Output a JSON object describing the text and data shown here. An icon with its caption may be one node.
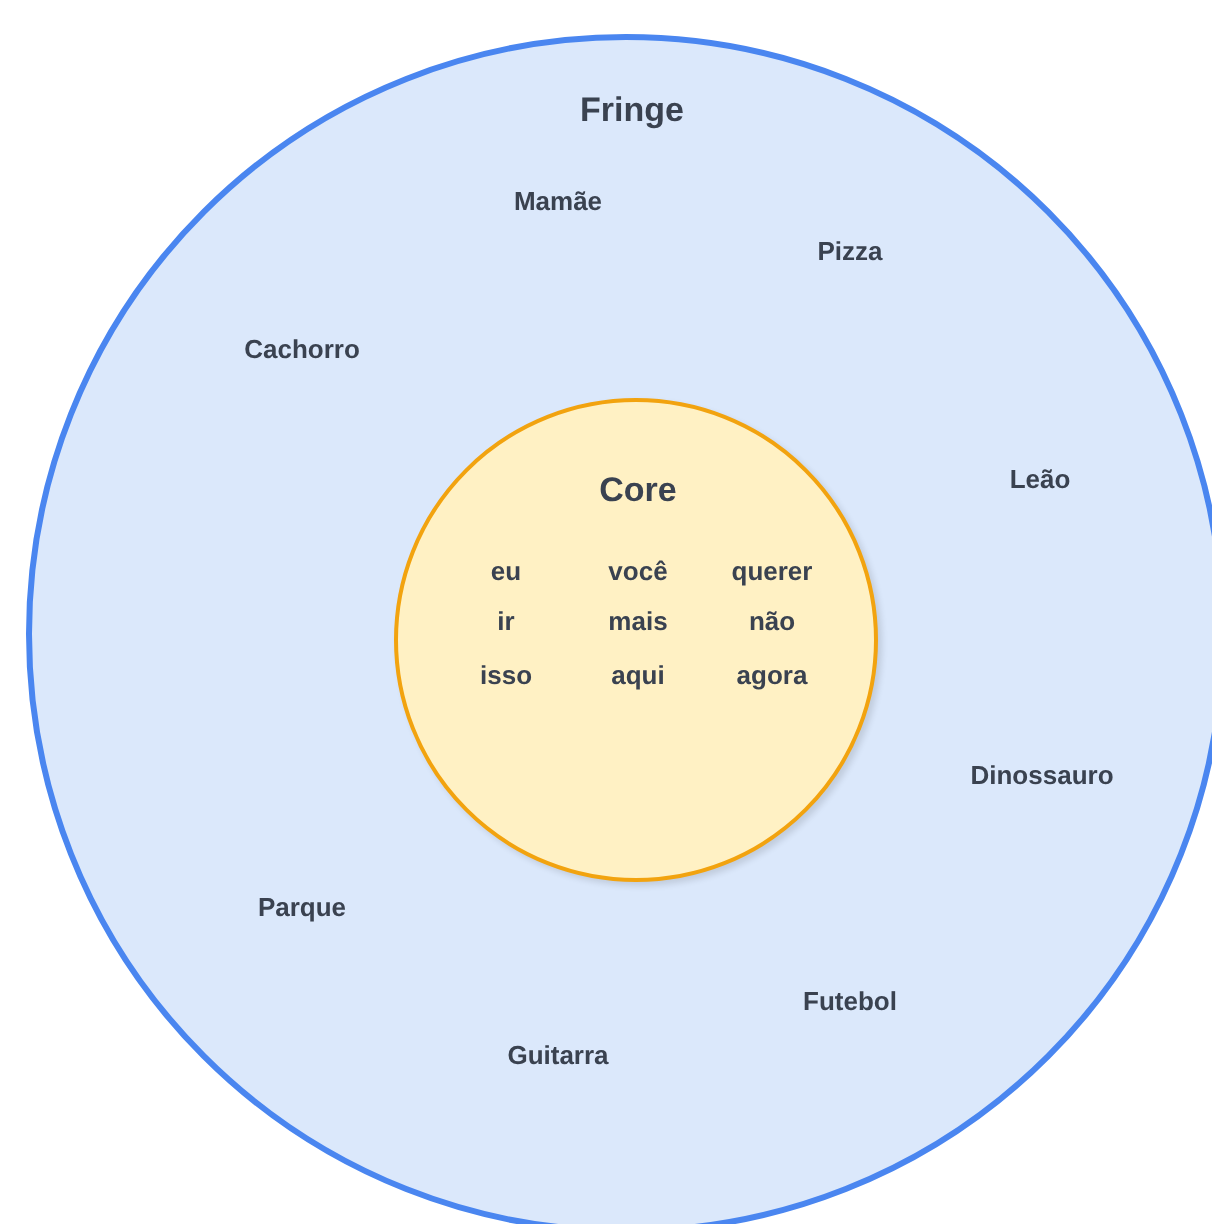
{
  "diagram": {
    "nodes": [
      {
        "text": [
          "Fringe",
          "Mamãe",
          "Pizza",
          "Cachorro",
          "Leão",
          "Dinossauro",
          "Parque",
          "Futebol",
          "Guitarra"
        ]
      },
      {
        "text": [
          "Core",
          "eu",
          "você",
          "querer",
          "ir",
          "mais",
          "não",
          "isso",
          "aqui",
          "agora"
        ],
        "in": 0
      }
    ]
  }
}
